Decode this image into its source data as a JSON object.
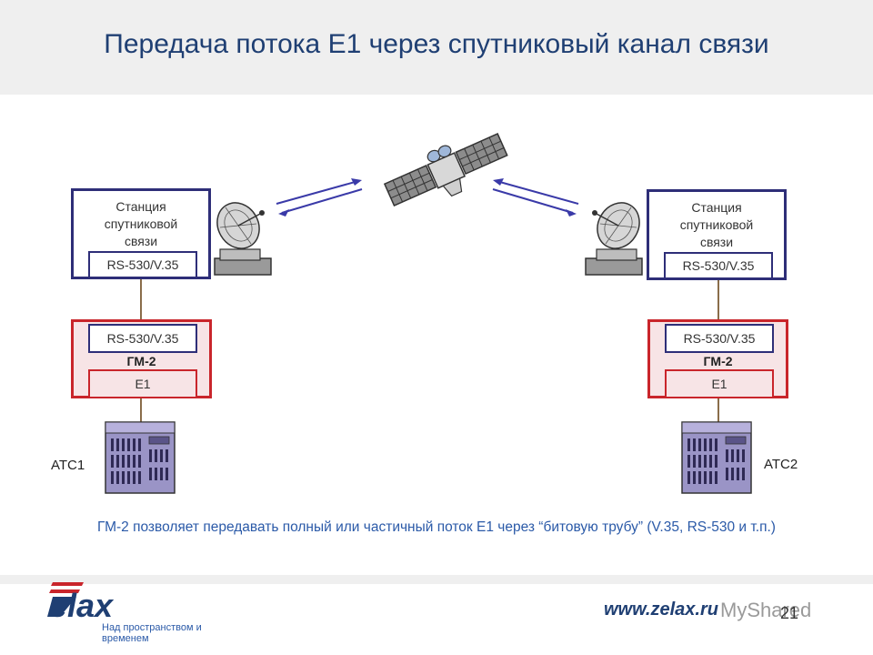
{
  "title": "Передача потока Е1 через спутниковый канал связи",
  "left": {
    "station_label": "Станция спутниковой связи",
    "station_interface": "RS-530/V.35",
    "gm_interface": "RS-530/V.35",
    "gm_name": "ГМ-2",
    "gm_e1": "Е1",
    "atc_label": "АТС1"
  },
  "right": {
    "station_label": "Станция спутниковой связи",
    "station_interface": "RS-530/V.35",
    "gm_interface": "RS-530/V.35",
    "gm_name": "ГМ-2",
    "gm_e1": "Е1",
    "atc_label": "АТС2"
  },
  "caption": "ГМ-2 позволяет передавать полный или частичный поток Е1 через “битовую трубу” (V.35, RS-530 и т.п.)",
  "footer": {
    "logo_text": "Zelax",
    "tagline": "Над пространством и временем",
    "website": "www.zelax.ru",
    "page_number": "21",
    "watermark": "MyShared"
  },
  "icons": [
    "satellite-icon",
    "satellite-dish-icon",
    "server-rack-icon"
  ],
  "colors": {
    "title": "#1f3f73",
    "station_border": "#2e2e78",
    "gm_border": "#c9252b",
    "gm_fill": "#f7e4e6",
    "caption": "#2b5aa8",
    "arrow": "#3a3aa8"
  }
}
